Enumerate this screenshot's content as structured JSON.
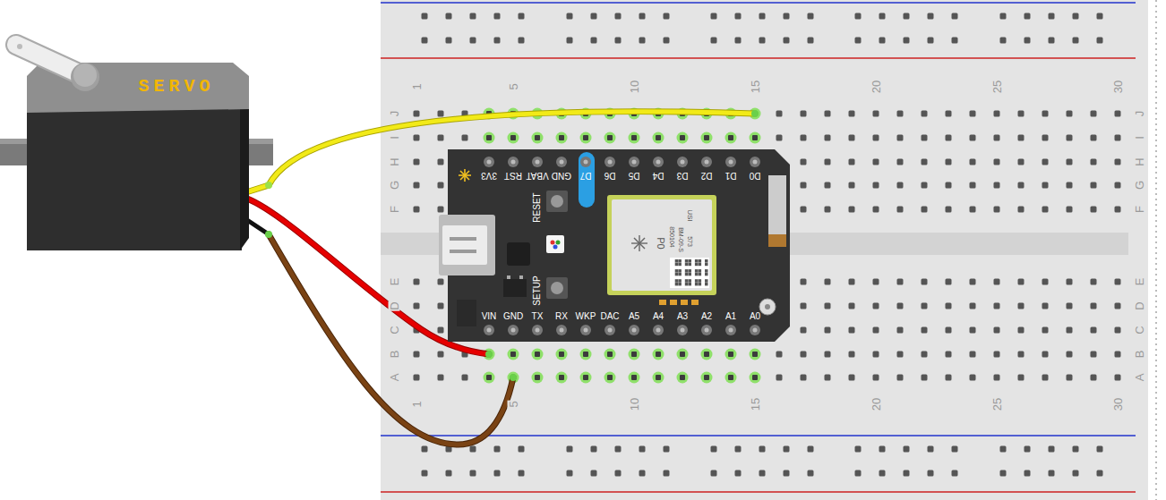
{
  "diagram": {
    "nodes": [
      {
        "text": [
          "SERVO"
        ]
      },
      {
        "text": [
          "3V3",
          "RST",
          "VBAT",
          "GND",
          "D7",
          "D6",
          "D5",
          "D4",
          "D3",
          "D2",
          "D1",
          "D0",
          "RESET",
          "SETUP",
          "VIN",
          "GND",
          "TX",
          "RX",
          "WKP",
          "DAC",
          "A5",
          "A4",
          "A3",
          "A2",
          "A1",
          "A0",
          "P0",
          "USI",
          "850104",
          "BM-09-S",
          "573"
        ]
      }
    ],
    "labels": [
      "1",
      "5",
      "10",
      "15",
      "20",
      "25",
      "30",
      "J",
      "I",
      "H",
      "G",
      "F",
      "E",
      "D",
      "C",
      "B",
      "A",
      "J",
      "I",
      "H",
      "G",
      "F",
      "E",
      "D",
      "C",
      "B",
      "A",
      "1",
      "5",
      "10",
      "15",
      "20",
      "25",
      "30"
    ]
  }
}
